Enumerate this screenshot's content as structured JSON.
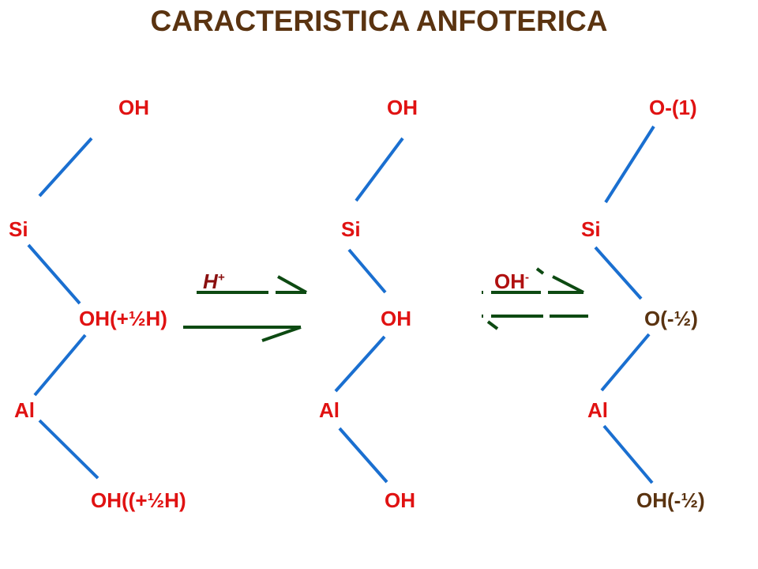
{
  "title": "CARACTERISTICA ANFOTERICA",
  "colors": {
    "title": "#5a3310",
    "red": "#e01212",
    "brown": "#5a3310",
    "bond": "#1a6fd0",
    "arrow": "#0d4a12"
  },
  "left": {
    "top": "OH",
    "si": "Si",
    "middle": "OH(+½H)",
    "al": "Al",
    "bottom": "OH((+½H)"
  },
  "center": {
    "top": "OH",
    "si": "Si",
    "middle": "OH",
    "al": "Al",
    "bottom": "OH"
  },
  "right": {
    "top": "O-(1)",
    "si": "Si",
    "middle": "O(-½)",
    "al": "Al",
    "bottom": "OH(-½)"
  },
  "arrow1": {
    "label": "H",
    "sup": "+"
  },
  "arrow2": {
    "label": "OH",
    "sup": "-"
  }
}
